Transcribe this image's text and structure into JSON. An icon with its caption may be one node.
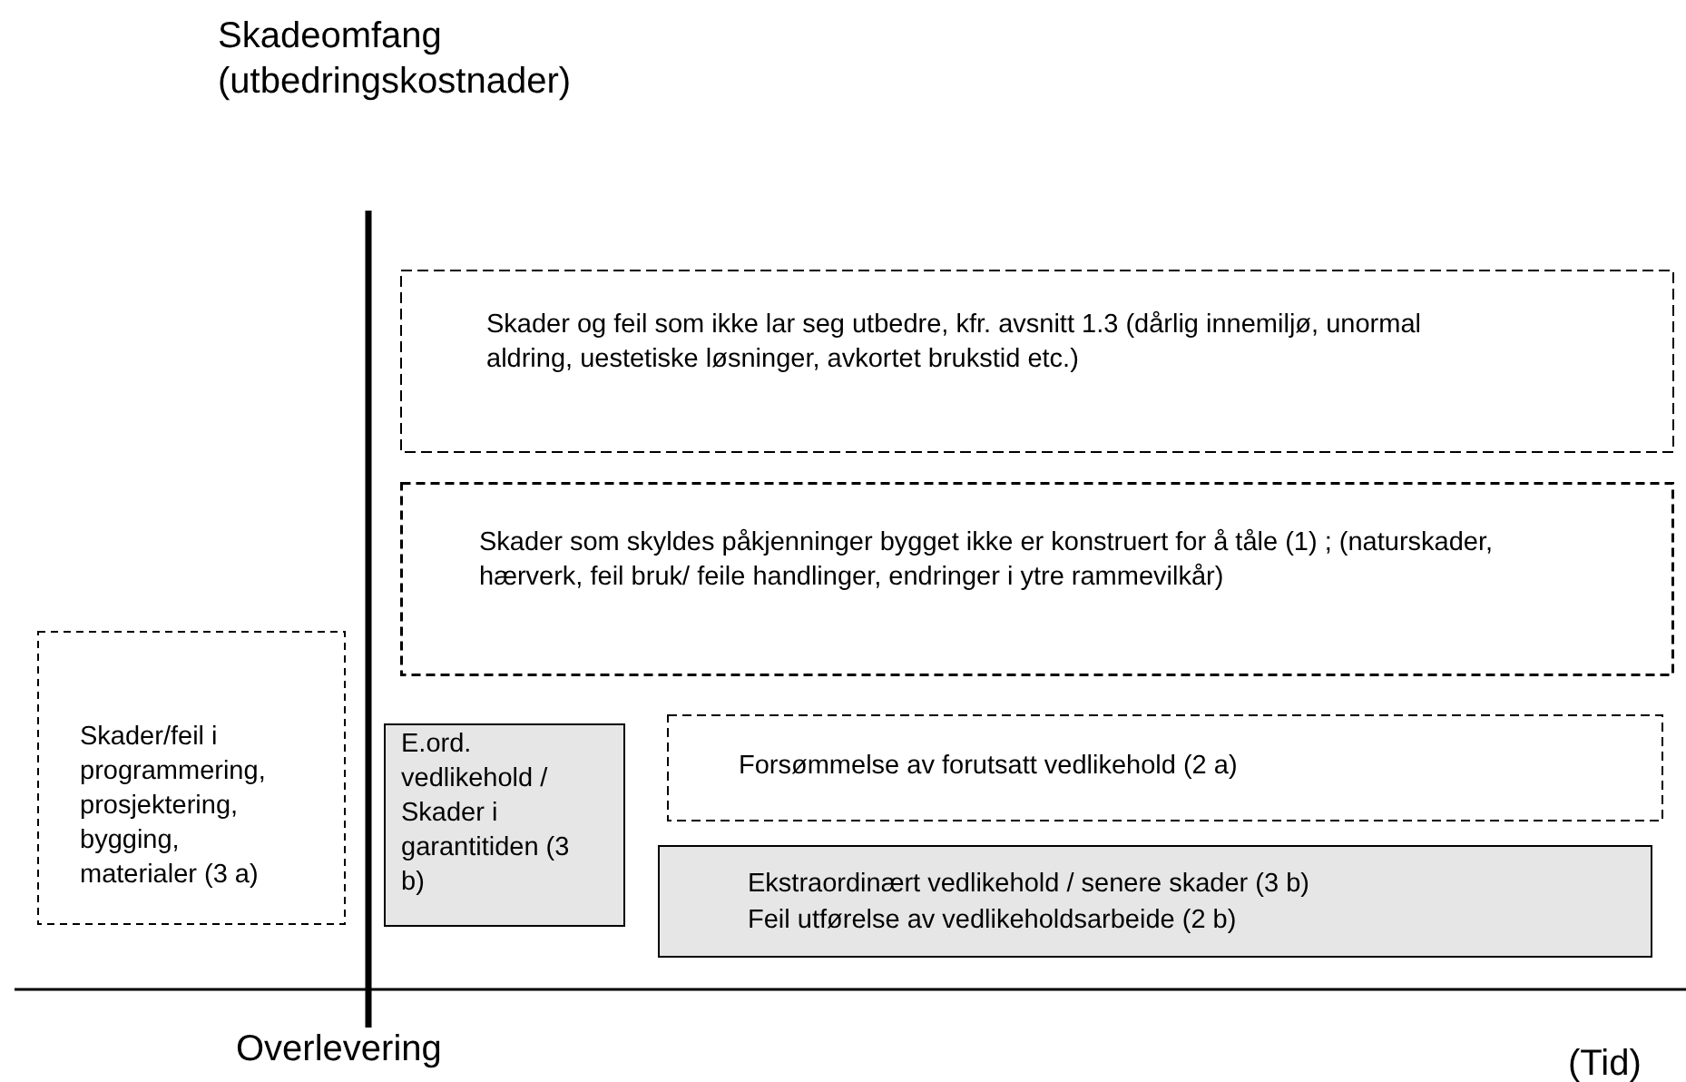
{
  "diagram": {
    "nodes": [
      {
        "text": [
          "Skader og feil som ikke lar seg utbedre, kfr. avsnitt 1.3 (dårlig innemiljø, unormal aldring, uestetiske løsninger, avkortet brukstid etc.)"
        ]
      },
      {
        "text": [
          "Skader som skyldes påkjenninger bygget ikke er konstruert for å tåle (1) ; (naturskader, hærverk, feil bruk/ feile handlinger, endringer i ytre rammevilkår)"
        ]
      },
      {
        "text": [
          "Skader/feil i programmering, prosjektering, bygging, materialer (3 a)"
        ]
      },
      {
        "text": [
          "E.ord. vedlikehold / Skader i garantitiden (3 b)"
        ]
      },
      {
        "text": [
          "Forsømmelse av forutsatt vedlikehold (2 a)"
        ]
      },
      {
        "text": [
          "Ekstraordinært vedlikehold / senere skader (3 b)",
          "Feil utførelse av vedlikeholdsarbeide  (2 b)"
        ]
      }
    ],
    "labels": [
      "Skadeomfang (utbedringskostnader)",
      "Overlevering",
      "(Tid)"
    ]
  }
}
